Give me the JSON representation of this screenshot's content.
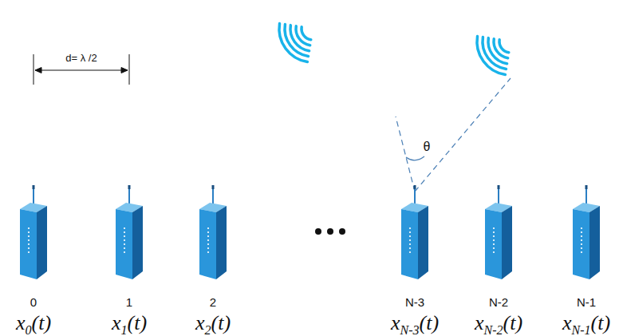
{
  "diagram": {
    "labels": [
      "d= λ /2",
      "θ",
      "0",
      "1",
      "2",
      "N-3",
      "N-2",
      "N-1",
      "x",
      "0",
      "(t)",
      "x",
      "1",
      "(t)",
      "x",
      "2",
      "(t)",
      "x",
      "N-3",
      "(t)",
      "x",
      "N-2",
      "(t)",
      "x",
      "N-1",
      "(t)"
    ]
  }
}
